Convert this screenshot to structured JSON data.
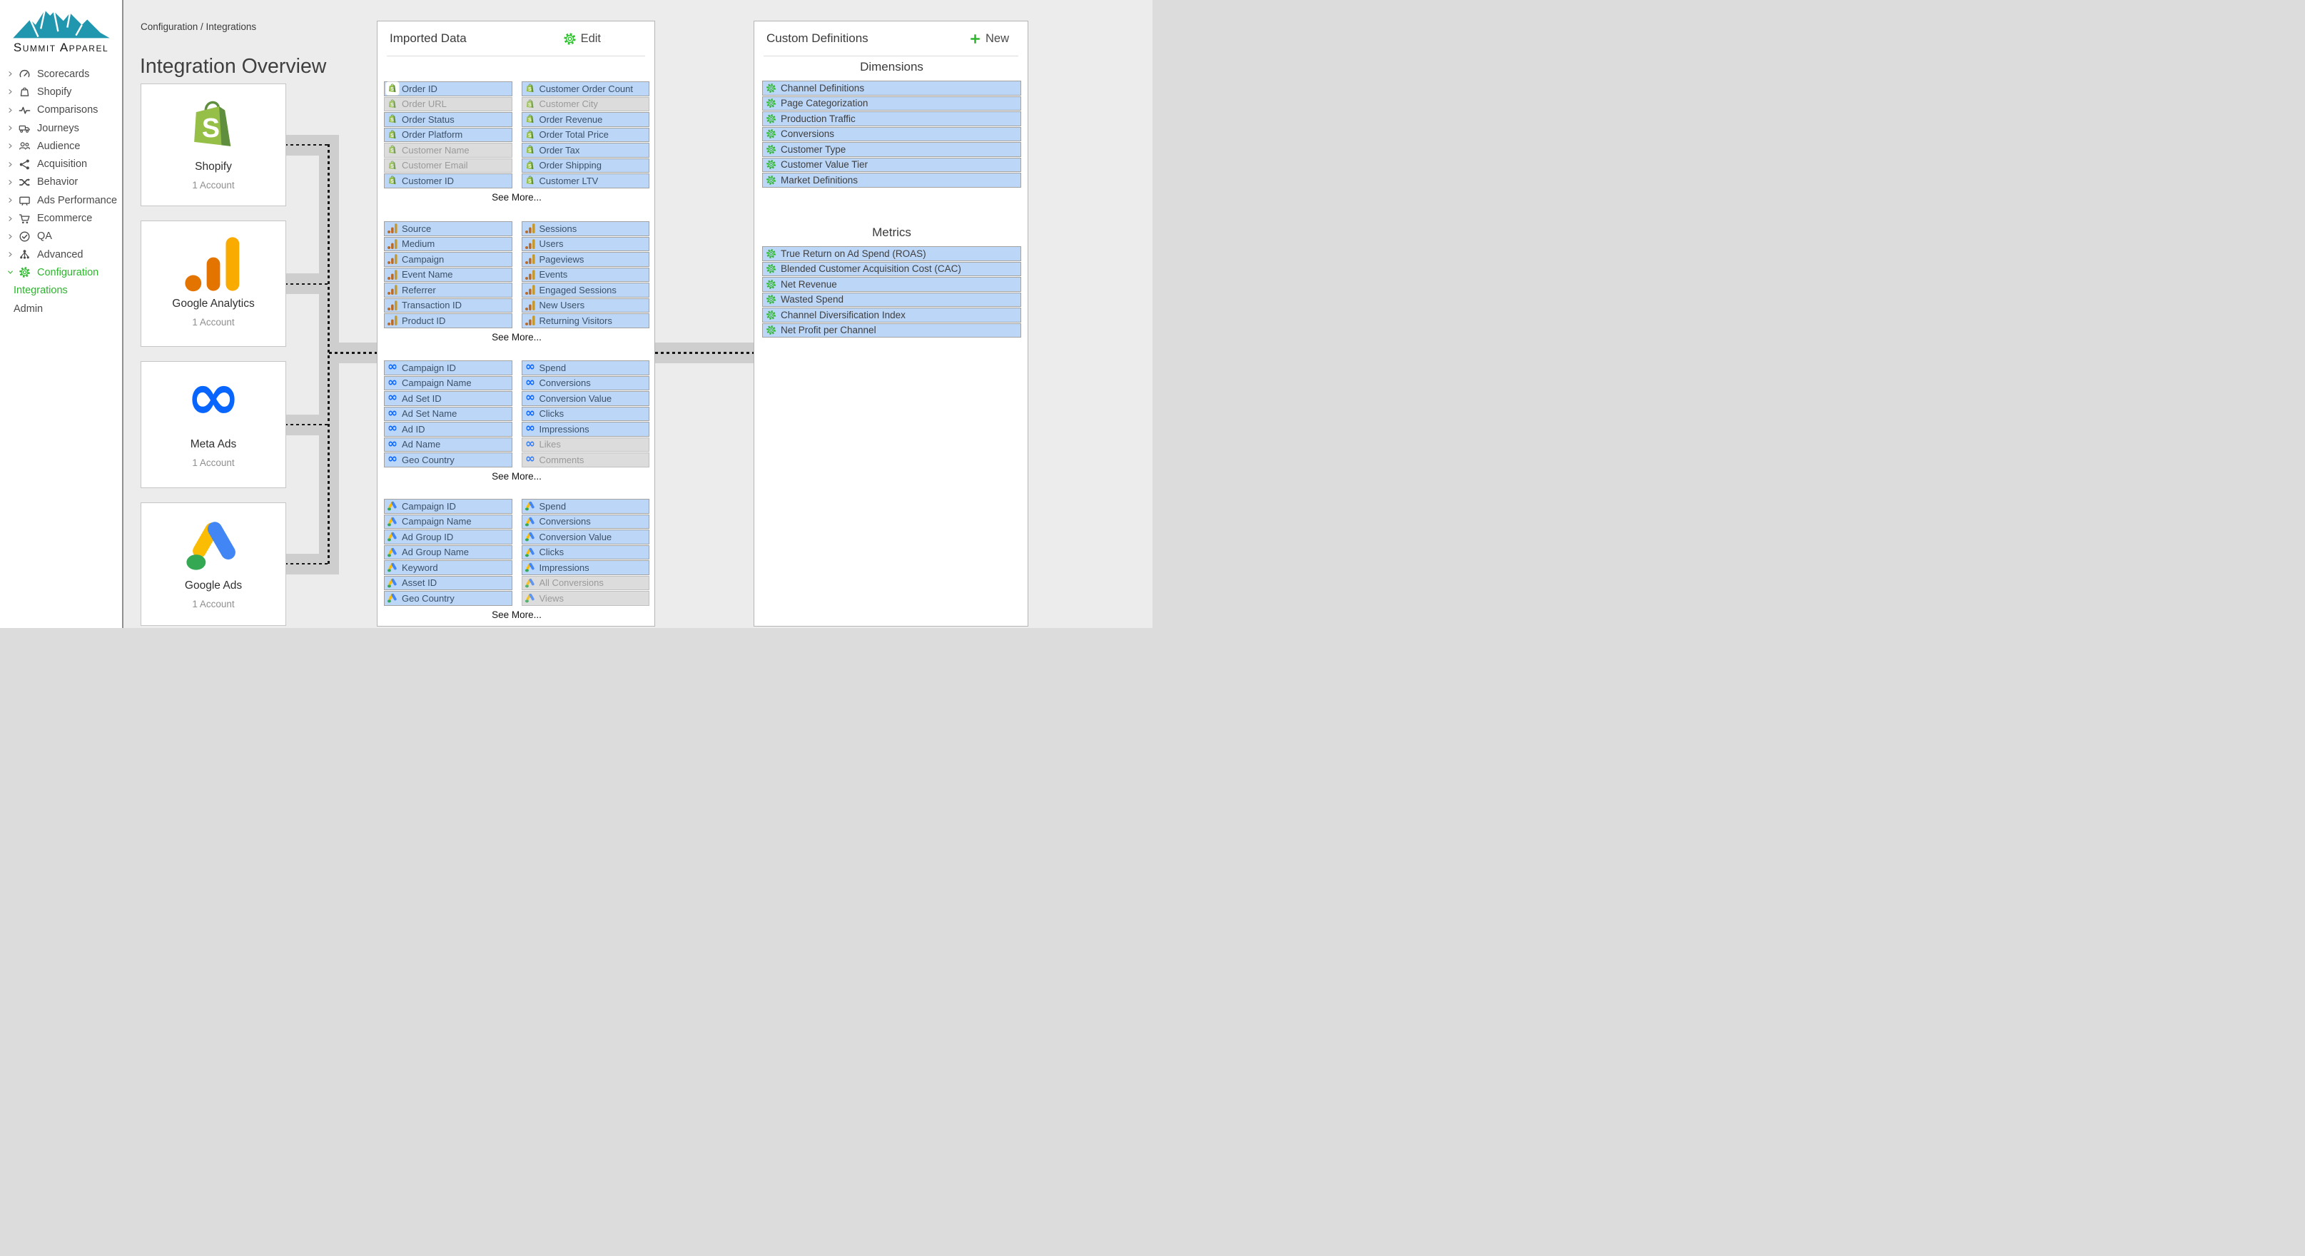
{
  "sidebar": {
    "logo_text": "Summit Apparel",
    "logo_icon": "mountain-logo",
    "items": [
      {
        "label": "Scorecards",
        "icon": "gauge-icon"
      },
      {
        "label": "Shopify",
        "icon": "bag-icon"
      },
      {
        "label": "Comparisons",
        "icon": "pulse-icon"
      },
      {
        "label": "Journeys",
        "icon": "truck-icon"
      },
      {
        "label": "Audience",
        "icon": "users-icon"
      },
      {
        "label": "Acquisition",
        "icon": "share-icon"
      },
      {
        "label": "Behavior",
        "icon": "shuffle-icon"
      },
      {
        "label": "Ads Performance",
        "icon": "tv-icon"
      },
      {
        "label": "Ecommerce",
        "icon": "cart-icon"
      },
      {
        "label": "QA",
        "icon": "check-circle-icon"
      },
      {
        "label": "Advanced",
        "icon": "network-icon"
      },
      {
        "label": "Configuration",
        "icon": "gear-icon",
        "active": true,
        "expanded": true,
        "children": [
          {
            "label": "Integrations",
            "active": true
          },
          {
            "label": "Admin"
          }
        ]
      }
    ]
  },
  "breadcrumb": "Configuration / Integrations",
  "page_title": "Integration Overview",
  "cards": [
    {
      "name": "Shopify",
      "subtitle": "1 Account",
      "logo": "shopify-logo"
    },
    {
      "name": "Google Analytics",
      "subtitle": "1 Account",
      "logo": "google-analytics-logo"
    },
    {
      "name": "Meta Ads",
      "subtitle": "1 Account",
      "logo": "meta-logo"
    },
    {
      "name": "Google Ads",
      "subtitle": "1 Account",
      "logo": "google-ads-logo"
    }
  ],
  "imported_data": {
    "title": "Imported Data",
    "edit_label": "Edit",
    "edit_icon": "gear-icon",
    "see_more_label": "See More...",
    "groups": [
      {
        "source": "Shopify",
        "icon": "shopify-bag-icon",
        "left": [
          {
            "label": "Order ID",
            "enabled": true,
            "boxed": true
          },
          {
            "label": "Order URL",
            "enabled": false
          },
          {
            "label": "Order Status",
            "enabled": true
          },
          {
            "label": "Order Platform",
            "enabled": true
          },
          {
            "label": "Customer Name",
            "enabled": false
          },
          {
            "label": "Customer Email",
            "enabled": false
          },
          {
            "label": "Customer ID",
            "enabled": true
          }
        ],
        "right": [
          {
            "label": "Customer Order Count",
            "enabled": true
          },
          {
            "label": "Customer City",
            "enabled": false
          },
          {
            "label": "Order Revenue",
            "enabled": true
          },
          {
            "label": "Order Total Price",
            "enabled": true
          },
          {
            "label": "Order Tax",
            "enabled": true
          },
          {
            "label": "Order Shipping",
            "enabled": true
          },
          {
            "label": "Customer LTV",
            "enabled": true
          }
        ]
      },
      {
        "source": "Google Analytics",
        "icon": "google-analytics-icon",
        "left": [
          {
            "label": "Source",
            "enabled": true
          },
          {
            "label": "Medium",
            "enabled": true
          },
          {
            "label": "Campaign",
            "enabled": true
          },
          {
            "label": "Event Name",
            "enabled": true
          },
          {
            "label": "Referrer",
            "enabled": true
          },
          {
            "label": "Transaction ID",
            "enabled": true
          },
          {
            "label": "Product ID",
            "enabled": true
          }
        ],
        "right": [
          {
            "label": "Sessions",
            "enabled": true
          },
          {
            "label": "Users",
            "enabled": true
          },
          {
            "label": "Pageviews",
            "enabled": true
          },
          {
            "label": "Events",
            "enabled": true
          },
          {
            "label": "Engaged Sessions",
            "enabled": true
          },
          {
            "label": "New Users",
            "enabled": true
          },
          {
            "label": "Returning Visitors",
            "enabled": true
          }
        ]
      },
      {
        "source": "Meta Ads",
        "icon": "meta-icon",
        "left": [
          {
            "label": "Campaign ID",
            "enabled": true
          },
          {
            "label": "Campaign Name",
            "enabled": true
          },
          {
            "label": "Ad Set ID",
            "enabled": true
          },
          {
            "label": "Ad Set Name",
            "enabled": true
          },
          {
            "label": "Ad ID",
            "enabled": true
          },
          {
            "label": "Ad Name",
            "enabled": true
          },
          {
            "label": "Geo Country",
            "enabled": true
          }
        ],
        "right": [
          {
            "label": "Spend",
            "enabled": true
          },
          {
            "label": "Conversions",
            "enabled": true
          },
          {
            "label": "Conversion Value",
            "enabled": true
          },
          {
            "label": "Clicks",
            "enabled": true
          },
          {
            "label": "Impressions",
            "enabled": true
          },
          {
            "label": "Likes",
            "enabled": false
          },
          {
            "label": "Comments",
            "enabled": false
          }
        ]
      },
      {
        "source": "Google Ads",
        "icon": "google-ads-icon",
        "left": [
          {
            "label": "Campaign ID",
            "enabled": true
          },
          {
            "label": "Campaign Name",
            "enabled": true
          },
          {
            "label": "Ad Group ID",
            "enabled": true
          },
          {
            "label": "Ad Group Name",
            "enabled": true
          },
          {
            "label": "Keyword",
            "enabled": true
          },
          {
            "label": "Asset ID",
            "enabled": true
          },
          {
            "label": "Geo Country",
            "enabled": true
          }
        ],
        "right": [
          {
            "label": "Spend",
            "enabled": true
          },
          {
            "label": "Conversions",
            "enabled": true
          },
          {
            "label": "Conversion Value",
            "enabled": true
          },
          {
            "label": "Clicks",
            "enabled": true
          },
          {
            "label": "Impressions",
            "enabled": true
          },
          {
            "label": "All Conversions",
            "enabled": false
          },
          {
            "label": "Views",
            "enabled": false
          }
        ]
      }
    ]
  },
  "custom_definitions": {
    "title": "Custom Definitions",
    "new_label": "New",
    "new_icon": "plus-icon",
    "chip_icon": "gear-icon",
    "sections": [
      {
        "title": "Dimensions",
        "items": [
          "Channel Definitions",
          "Page Categorization",
          "Production Traffic",
          "Conversions",
          "Customer Type",
          "Customer Value Tier",
          "Market Definitions"
        ]
      },
      {
        "title": "Metrics",
        "items": [
          "True Return on Ad Spend (ROAS)",
          "Blended Customer Acquisition Cost (CAC)",
          "Net Revenue",
          "Wasted Spend",
          "Channel Diversification Index",
          "Net Profit per Channel"
        ]
      }
    ]
  },
  "colors": {
    "accent_green": "#2db52d",
    "chip_blue": "#bcd6f7",
    "chip_disabled": "#dcdcdc",
    "logo_teal": "#2097ae",
    "shopify_green": "#95bf47",
    "shopify_dark_green": "#5e8e3e",
    "ga_orange": "#e37400",
    "ga_gold": "#f9ab00",
    "meta_blue": "#0866ff",
    "google_blue": "#4285f4",
    "google_yellow": "#fbbc04",
    "google_green": "#34a853",
    "connector_gray": "#cecece",
    "background_gray": "#ececec"
  }
}
